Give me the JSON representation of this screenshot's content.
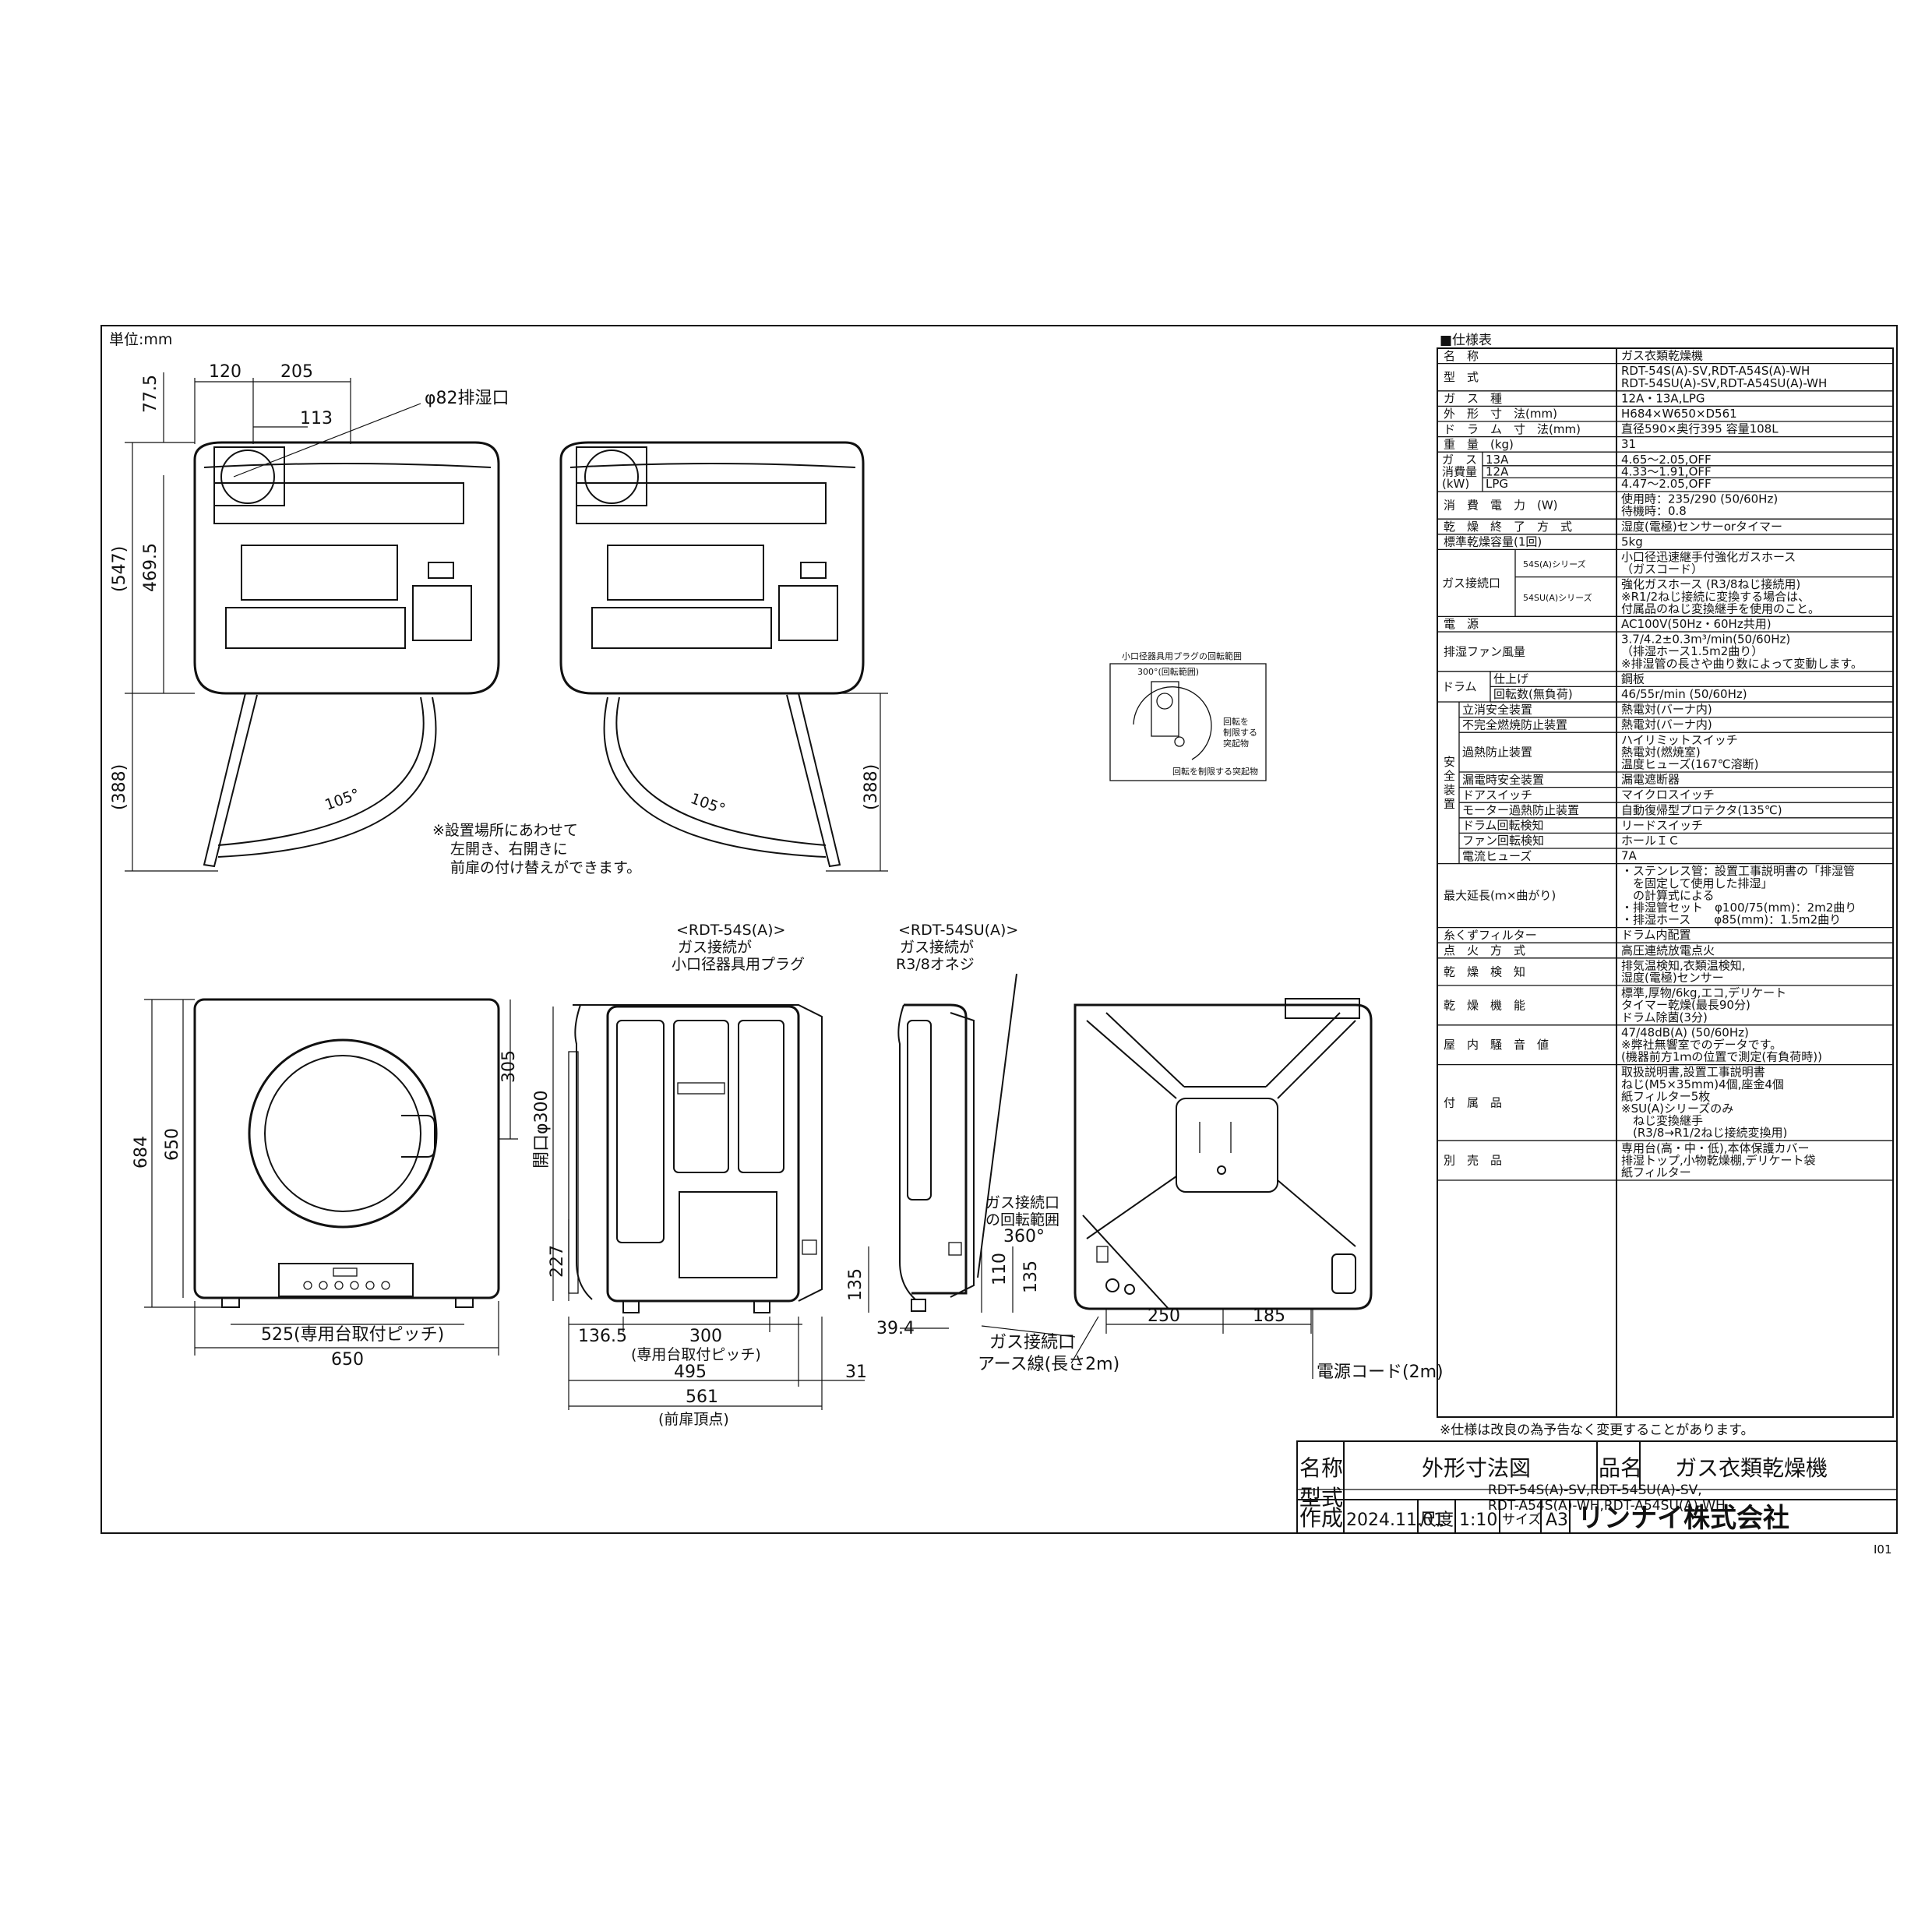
{
  "unit_label": "単位:mm",
  "top_view": {
    "dims": [
      "120",
      "205",
      "113",
      "77.5",
      "(547)",
      "469.5",
      "(388)"
    ],
    "exhaust": "φ82排湿口",
    "angle_left": "105°",
    "angle_right": "105°",
    "dim_right": "(388)",
    "note": [
      "※設置場所にあわせて",
      "左開き、右開きに",
      "前扉の付け替えができます。"
    ]
  },
  "plug_view": {
    "title": "小口径器具用プラグの回転範囲",
    "angle": "300°(回転範囲)",
    "label1": [
      "回転を",
      "制限する",
      "突起物"
    ],
    "label2": "回転を制限する突起物"
  },
  "front_view": {
    "dim_h1": "684",
    "dim_h2": "650",
    "dim_v": "305",
    "pitch": "525(専用台取付ピッチ)",
    "width": "650"
  },
  "side_view": {
    "model_a": "<RDT-54S(A)>",
    "conn_a": [
      "ガス接続が",
      "小口径器具用プラグ"
    ],
    "model_b": "<RDT-54SU(A)>",
    "conn_b": [
      "ガス接続が",
      "R3/8オネジ"
    ],
    "opening": "開口φ300",
    "dim_227": "227",
    "dim_135": "135",
    "dims_bottom": [
      "136.5",
      "300"
    ],
    "pitch": "(専用台取付ピッチ)",
    "d495": "495",
    "d31": "31",
    "d561": "561",
    "front_top": "(前扉頂点)",
    "d39": "39.4",
    "d110": "110",
    "d135b": "135",
    "rot": [
      "ガス接続口",
      "の回転範囲",
      "360°"
    ],
    "gas_port": "ガス接続口",
    "earth": "アース線(長さ2m)"
  },
  "rear_view": {
    "d250": "250",
    "d185": "185",
    "cord": "電源コード(2m)"
  },
  "spec": {
    "header": "■仕様表",
    "rows": [
      {
        "k": "名　称",
        "v": [
          "ガス衣類乾燥機"
        ]
      },
      {
        "k": "型　式",
        "v": [
          "RDT-54S(A)-SV,RDT-A54S(A)-WH",
          "RDT-54SU(A)-SV,RDT-A54SU(A)-WH"
        ]
      },
      {
        "k": "ガ　ス　種",
        "v": [
          "12A・13A,LPG"
        ]
      },
      {
        "k": "外　形　寸　法(mm)",
        "v": [
          "H684×W650×D561"
        ]
      },
      {
        "k": "ド　ラ　ム　寸　法(mm)",
        "v": [
          "直径590×奥行395 容量108L"
        ]
      },
      {
        "k": "重　量　(kg)",
        "v": [
          "31"
        ]
      }
    ],
    "gas_consumption": {
      "label": [
        "ガ　ス",
        "消費量",
        "(kW)"
      ],
      "items": [
        {
          "k": "13A",
          "v": "4.65～2.05,OFF"
        },
        {
          "k": "12A",
          "v": "4.33～1.91,OFF"
        },
        {
          "k": "LPG",
          "v": "4.47～2.05,OFF"
        }
      ]
    },
    "rows2": [
      {
        "k": "消　費　電　力　(W)",
        "v": [
          "使用時：235/290 (50/60Hz)",
          "待機時：0.8"
        ]
      },
      {
        "k": "乾　燥　終　了　方　式",
        "v": [
          "湿度(電極)センサーorタイマー"
        ]
      },
      {
        "k": "標準乾燥容量(1回)",
        "v": [
          "5kg"
        ]
      }
    ],
    "gas_connection": {
      "label": "ガス接続口",
      "items": [
        {
          "k": "54S(A)シリーズ",
          "v": [
            "小口径迅速継手付強化ガスホース",
            "（ガスコード）"
          ]
        },
        {
          "k": "54SU(A)シリーズ",
          "v": [
            "強化ガスホース (R3/8ねじ接続用)",
            "※R1/2ねじ接続に変換する場合は、",
            "付属品のねじ変換継手を使用のこと。"
          ]
        }
      ]
    },
    "rows3": [
      {
        "k": "電　源",
        "v": [
          "AC100V(50Hz・60Hz共用)"
        ]
      },
      {
        "k": "排湿ファン風量",
        "v": [
          "3.7/4.2±0.3m³/min(50/60Hz)",
          "（排湿ホース1.5m2曲り）",
          "※排湿管の長さや曲り数によって変動します。"
        ]
      }
    ],
    "drum": {
      "label": "ドラム",
      "items": [
        {
          "k": "仕上げ",
          "v": "鋼板"
        },
        {
          "k": "回転数(無負荷)",
          "v": "46/55r/min (50/60Hz)"
        }
      ]
    },
    "safety": {
      "label": "安全装置",
      "items": [
        {
          "k": "立消安全装置",
          "v": [
            "熱電対(バーナ内)"
          ]
        },
        {
          "k": "不完全燃焼防止装置",
          "v": [
            "熱電対(バーナ内)"
          ]
        },
        {
          "k": "過熱防止装置",
          "v": [
            "ハイリミットスイッチ",
            "熱電対(燃焼室)",
            "温度ヒューズ(167℃溶断)"
          ]
        },
        {
          "k": "漏電時安全装置",
          "v": [
            "漏電遮断器"
          ]
        },
        {
          "k": "ドアスイッチ",
          "v": [
            "マイクロスイッチ"
          ]
        },
        {
          "k": "モーター過熱防止装置",
          "v": [
            "自動復帰型プロテクタ(135℃)"
          ]
        },
        {
          "k": "ドラム回転検知",
          "v": [
            "リードスイッチ"
          ]
        },
        {
          "k": "ファン回転検知",
          "v": [
            "ホールＩＣ"
          ]
        },
        {
          "k": "電流ヒューズ",
          "v": [
            "7A"
          ]
        }
      ]
    },
    "rows4": [
      {
        "k": "最大延長(ｍ×曲がり)",
        "v": [
          "・ステンレス管：設置工事説明書の「排湿管",
          "　を固定して使用した排湿」",
          "　の計算式による",
          "・排湿管セット　φ100/75(mm)：2m2曲り",
          "・排湿ホース　　φ85(mm)：1.5m2曲り"
        ]
      },
      {
        "k": "糸くずフィルター",
        "v": [
          "ドラム内配置"
        ]
      },
      {
        "k": "点　火　方　式",
        "v": [
          "高圧連続放電点火"
        ]
      },
      {
        "k": "乾　燥　検　知",
        "v": [
          "排気温検知,衣類温検知,",
          "湿度(電極)センサー"
        ]
      },
      {
        "k": "乾　燥　機　能",
        "v": [
          "標準,厚物/6kg,エコ,デリケート",
          "タイマー乾燥(最長90分)",
          "ドラム除菌(3分)"
        ]
      },
      {
        "k": "屋　内　騒　音　値",
        "v": [
          "47/48dB(A) (50/60Hz)",
          "※弊社無響室でのデータです。",
          "(機器前方1ｍの位置で測定(有負荷時))"
        ]
      },
      {
        "k": "付　属　品",
        "v": [
          "取扱説明書,設置工事説明書",
          "ねじ(M5×35mm)4個,座金4個",
          "紙フィルター5枚",
          "※SU(A)シリーズのみ",
          "　ねじ変換継手",
          "　(R3/8→R1/2ねじ接続変換用)"
        ]
      },
      {
        "k": "別　売　品",
        "v": [
          "専用台(高・中・低),本体保護カバー",
          "排湿トップ,小物乾燥棚,デリケート袋",
          "紙フィルター"
        ]
      }
    ],
    "footnote": "※仕様は改良の為予告なく変更することがあります。"
  },
  "title_block": {
    "name_label": "名称",
    "name": "外形寸法図",
    "product_label": "品名",
    "product": "ガス衣類乾燥機",
    "model_label": "型式",
    "models": [
      "RDT-54S(A)-SV,RDT-54SU(A)-SV,",
      "RDT-A54S(A)-WH,RDT-A54SU(A)-WH"
    ],
    "date_label": "作成",
    "date": "2024.11.01",
    "scale_label": "尺度",
    "scale": "1:10",
    "size_label": "サイズ",
    "size": "A3",
    "company": "リンナイ株式会社"
  },
  "sheet_no": "I01"
}
